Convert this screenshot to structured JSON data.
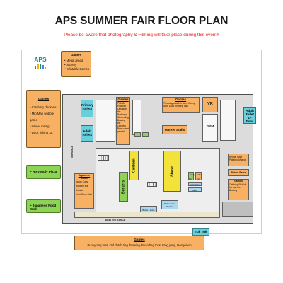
{
  "title": "APS SUMMER FAIR FLOOR PLAN",
  "notice": "Please be aware that photography & Filming will take place during this event!!",
  "logo": {
    "text": "APS",
    "colors": [
      "#e53935",
      "#f4b400",
      "#1a8e86",
      "#4285f4",
      "#8bc34a"
    ]
  },
  "games_top": {
    "heading": "Games",
    "items": [
      "Mega Jenga",
      "Archery",
      "Inflatable Games"
    ]
  },
  "games_left": {
    "heading": "Games",
    "items": [
      "Catching chickens",
      "Mip Map wobble game",
      "Wheel rolling",
      "Duck fishing XL"
    ]
  },
  "holy_moly": "Holy Moly Pizza",
  "japanese_stall": "Japanese Food Stall",
  "games_bottom": {
    "heading": "Games",
    "text": "Bunny ring toss, Old dutch ring throwing, Bean bag toss, Frog jump, Hengelaub"
  },
  "plan": {
    "primary_toilets": "Primary Toilets",
    "adult_toilets_left": "Adult Toilets",
    "adult_toilet_right": "Adult Toilet 1F floor",
    "vr": "VR",
    "gym": "GYM",
    "market_stalls": "Market Stalls",
    "games_a": {
      "heading": "Games",
      "text": "Pick Go Puckball Obstacles the Parkinson Nice rolling Bowling the Lawyers Bean silent ps mini"
    },
    "games_b": {
      "heading": "Games",
      "text": "Throwing coat into cans, Bunny door, Duck throwing cats"
    },
    "games_c": {
      "heading": "Games",
      "text": "Catching Fish Hit the can etc Bowling"
    },
    "crafts": "Henna, Face Painting, Mascot",
    "robot_game": "Robot Game",
    "japanese_stalls": "Japanese Stalls",
    "japanese_list": [
      "Indian Curry",
      "Wooded teal",
      "Art sale",
      "Used Book Stall"
    ],
    "canteen": "Canteen",
    "burgers": "Burgers",
    "shave": "Shave",
    "candy_floss": "Candy floss",
    "coffee": "Coffee Stall",
    "cold_drinks": "Cold drinks",
    "cakes": "Cakes",
    "buffet_bar": "Buffet | Juice Bar",
    "ticket_sales": "Ticket Sales Station",
    "main_entrance": "MAIN ENTRANCE",
    "entrance_side": "ENTRANCE"
  },
  "tuktuk": "Tuk Tuk"
}
